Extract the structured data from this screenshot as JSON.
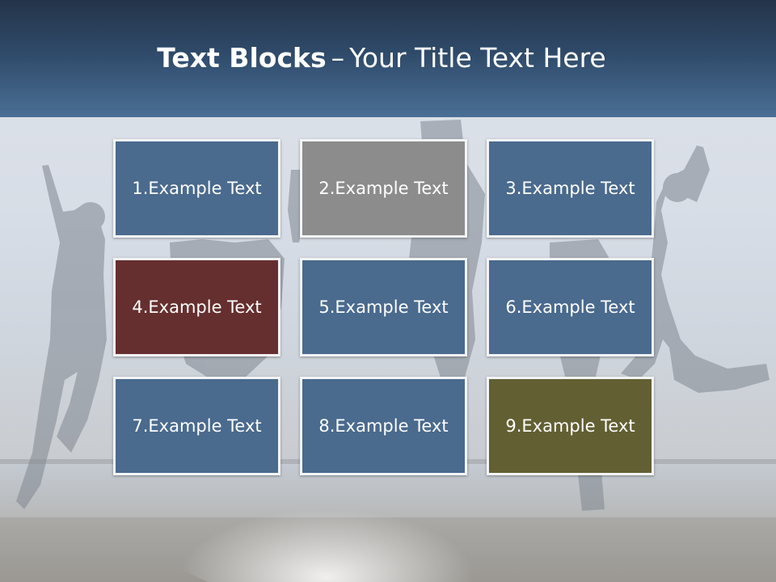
{
  "title": {
    "bold": "Text Blocks",
    "dash": "–",
    "rest": "Your Title Text Here"
  },
  "colors": {
    "header_top": "#243449",
    "header_bottom": "#4a6f95",
    "block_blue": "#4a6a8e",
    "block_gray": "#8c8c8c",
    "block_maroon": "#662f2f",
    "block_olive": "#625f33",
    "block_border": "#f2f4f7"
  },
  "blocks": [
    {
      "label": "1.Example Text",
      "color": "#4a6a8e"
    },
    {
      "label": "2.Example Text",
      "color": "#8c8c8c"
    },
    {
      "label": "3.Example Text",
      "color": "#4a6a8e"
    },
    {
      "label": "4.Example Text",
      "color": "#662f2f"
    },
    {
      "label": "5.Example Text",
      "color": "#4a6a8e"
    },
    {
      "label": "6.Example Text",
      "color": "#4a6a8e"
    },
    {
      "label": "7.Example Text",
      "color": "#4a6a8e"
    },
    {
      "label": "8.Example Text",
      "color": "#4a6a8e"
    },
    {
      "label": "9.Example Text",
      "color": "#625f33"
    }
  ]
}
